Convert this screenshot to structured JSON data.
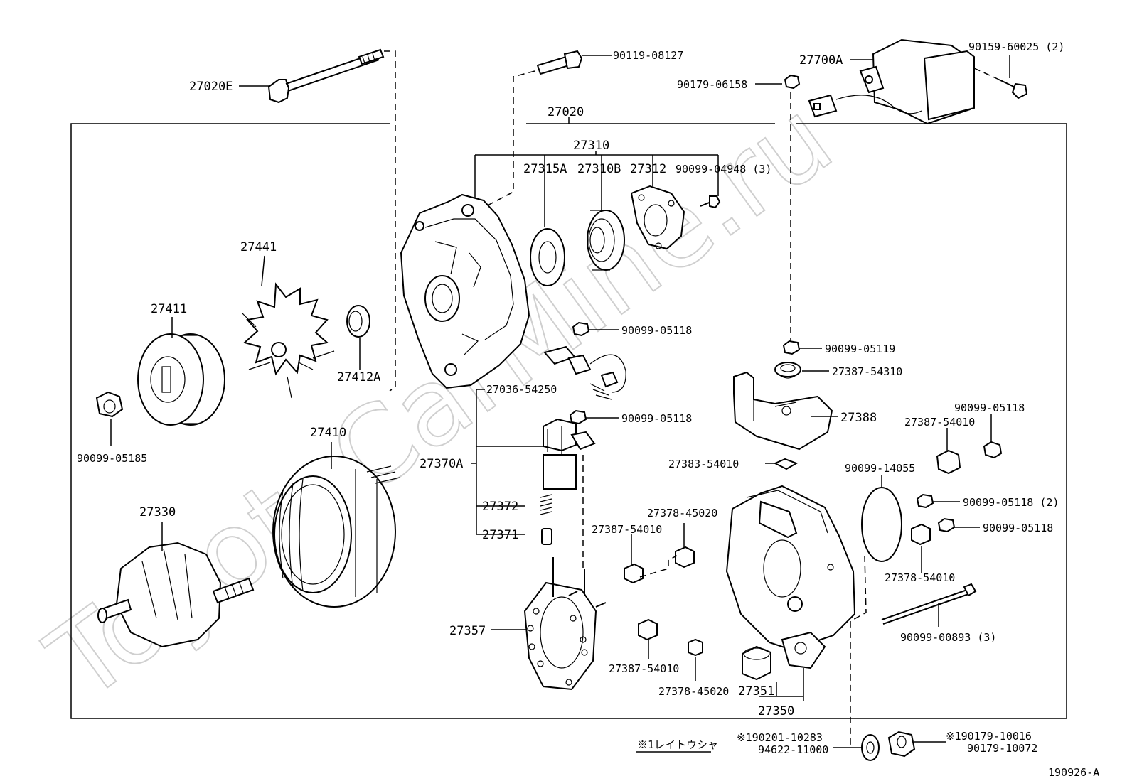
{
  "watermark": "ToyotaCarMine.ru",
  "note": "※1レイトウシャ",
  "diagram_id": "190926-A",
  "labels": {
    "p27020E": "27020E",
    "p90119_08127": "90119-08127",
    "p27700A": "27700A",
    "p90159_60025": "90159-60025 (2)",
    "p90179_06158": "90179-06158",
    "p27020": "27020",
    "p27310": "27310",
    "p27315A": "27315A",
    "p27310B": "27310B",
    "p27312": "27312",
    "p90099_04948": "90099-04948 (3)",
    "p27441": "27441",
    "p27411": "27411",
    "p27412A": "27412A",
    "p90099_05185": "90099-05185",
    "p90099_05118_a": "90099-05118",
    "p27036_54250": "27036-54250",
    "p90099_05118_b": "90099-05118",
    "p90099_05119": "90099-05119",
    "p27387_54310": "27387-54310",
    "p27388": "27388",
    "p90099_05118_c": "90099-05118",
    "p27387_54010_a": "27387-54010",
    "p27410": "27410",
    "p27370A": "27370A",
    "p27383_54010": "27383-54010",
    "p90099_14055": "90099-14055",
    "p90099_05118_d": "90099-05118 (2)",
    "p27330": "27330",
    "p27372": "27372",
    "p27378_45020_a": "27378-45020",
    "p27387_54010_b": "27387-54010",
    "p27371": "27371",
    "p90099_05118_e": "90099-05118",
    "p27378_54010": "27378-54010",
    "p27357": "27357",
    "p90099_00893": "90099-00893 (3)",
    "p27387_54010_c": "27387-54010",
    "p27378_45020_b": "27378-45020",
    "p27351": "27351",
    "p27350": "27350",
    "p190201_10283": "※190201-10283",
    "p94622_11000": "94622-11000",
    "p190179_10016": "※190179-10016",
    "p90179_10072": "90179-10072"
  }
}
